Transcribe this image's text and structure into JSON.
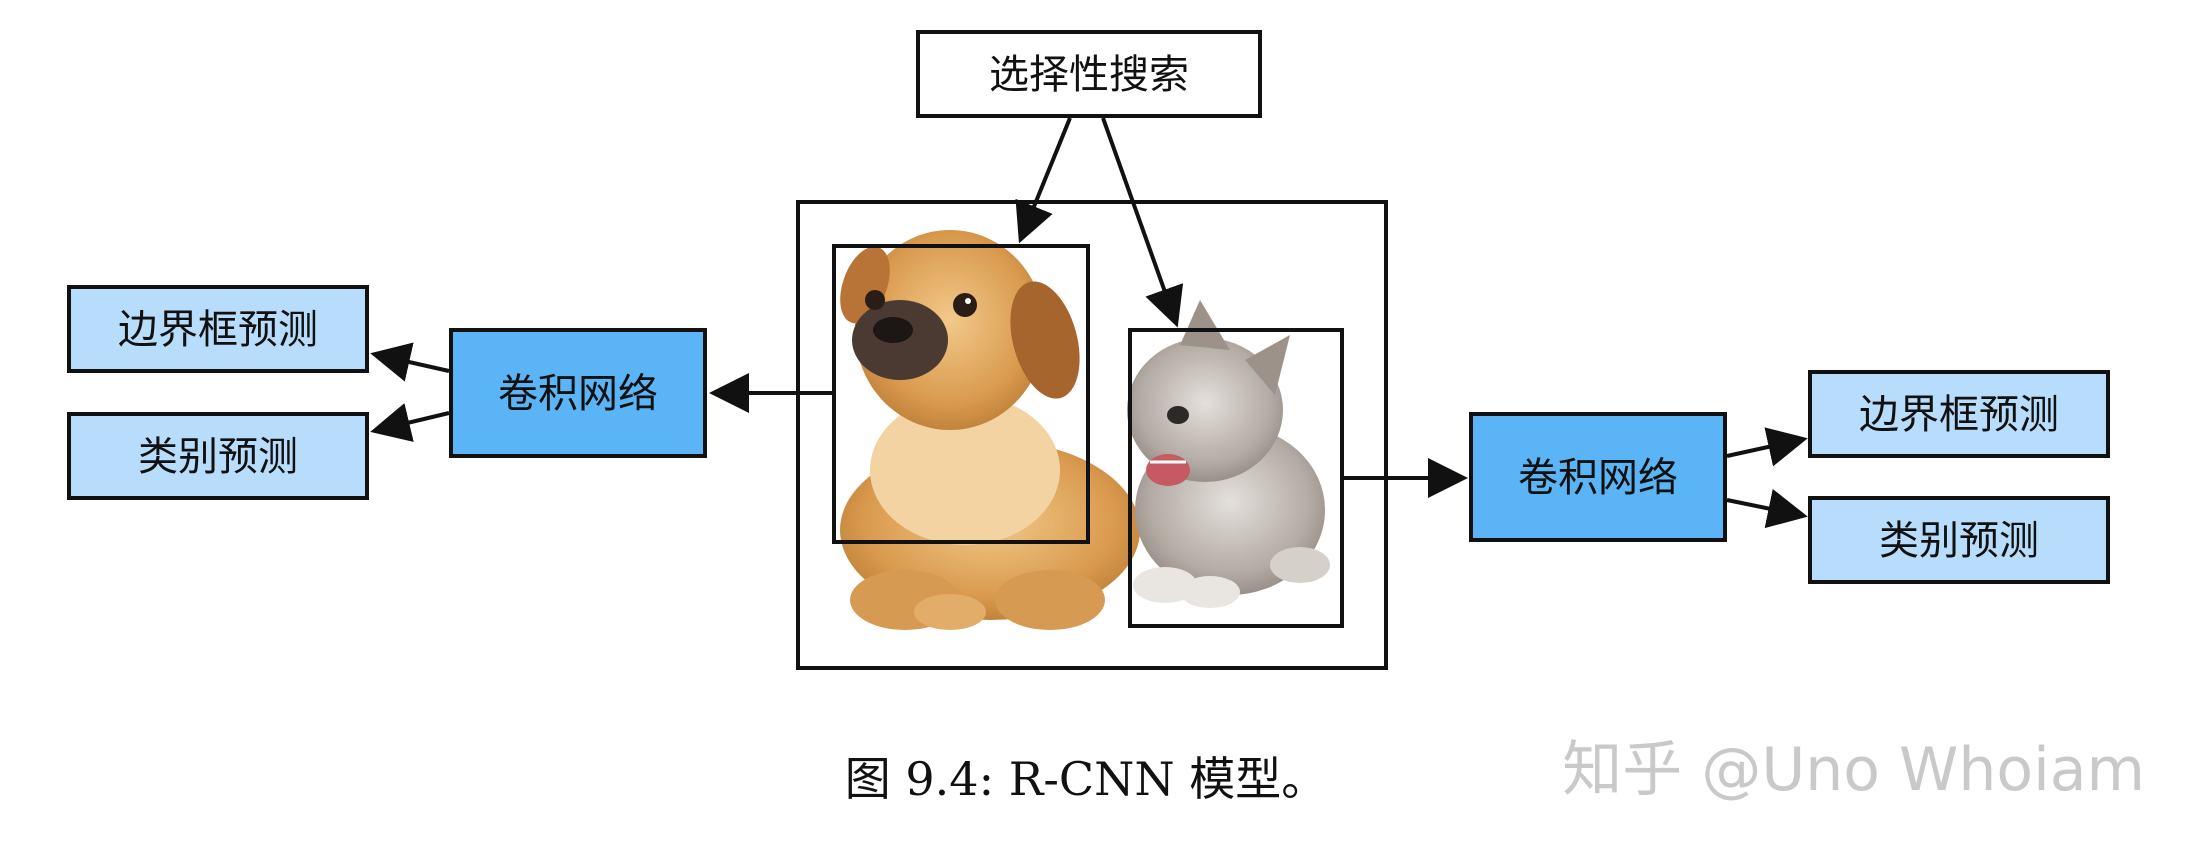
{
  "top_box": {
    "label": "选择性搜索"
  },
  "left_cnn": {
    "label": "卷积网络"
  },
  "right_cnn": {
    "label": "卷积网络"
  },
  "left_outputs": {
    "bbox_pred": "边界框预测",
    "class_pred": "类别预测"
  },
  "right_outputs": {
    "bbox_pred": "边界框预测",
    "class_pred": "类别预测"
  },
  "image_content": {
    "dog": "puppy-photo",
    "cat": "kitten-photo"
  },
  "caption": "图 9.4: R-CNN 模型。",
  "watermark": "知乎 @Uno Whoiam",
  "colors": {
    "cnn_fill": "#5ab4f5",
    "output_fill": "#b8dcfb",
    "line": "#111111",
    "watermark": "#c9c9c9"
  }
}
